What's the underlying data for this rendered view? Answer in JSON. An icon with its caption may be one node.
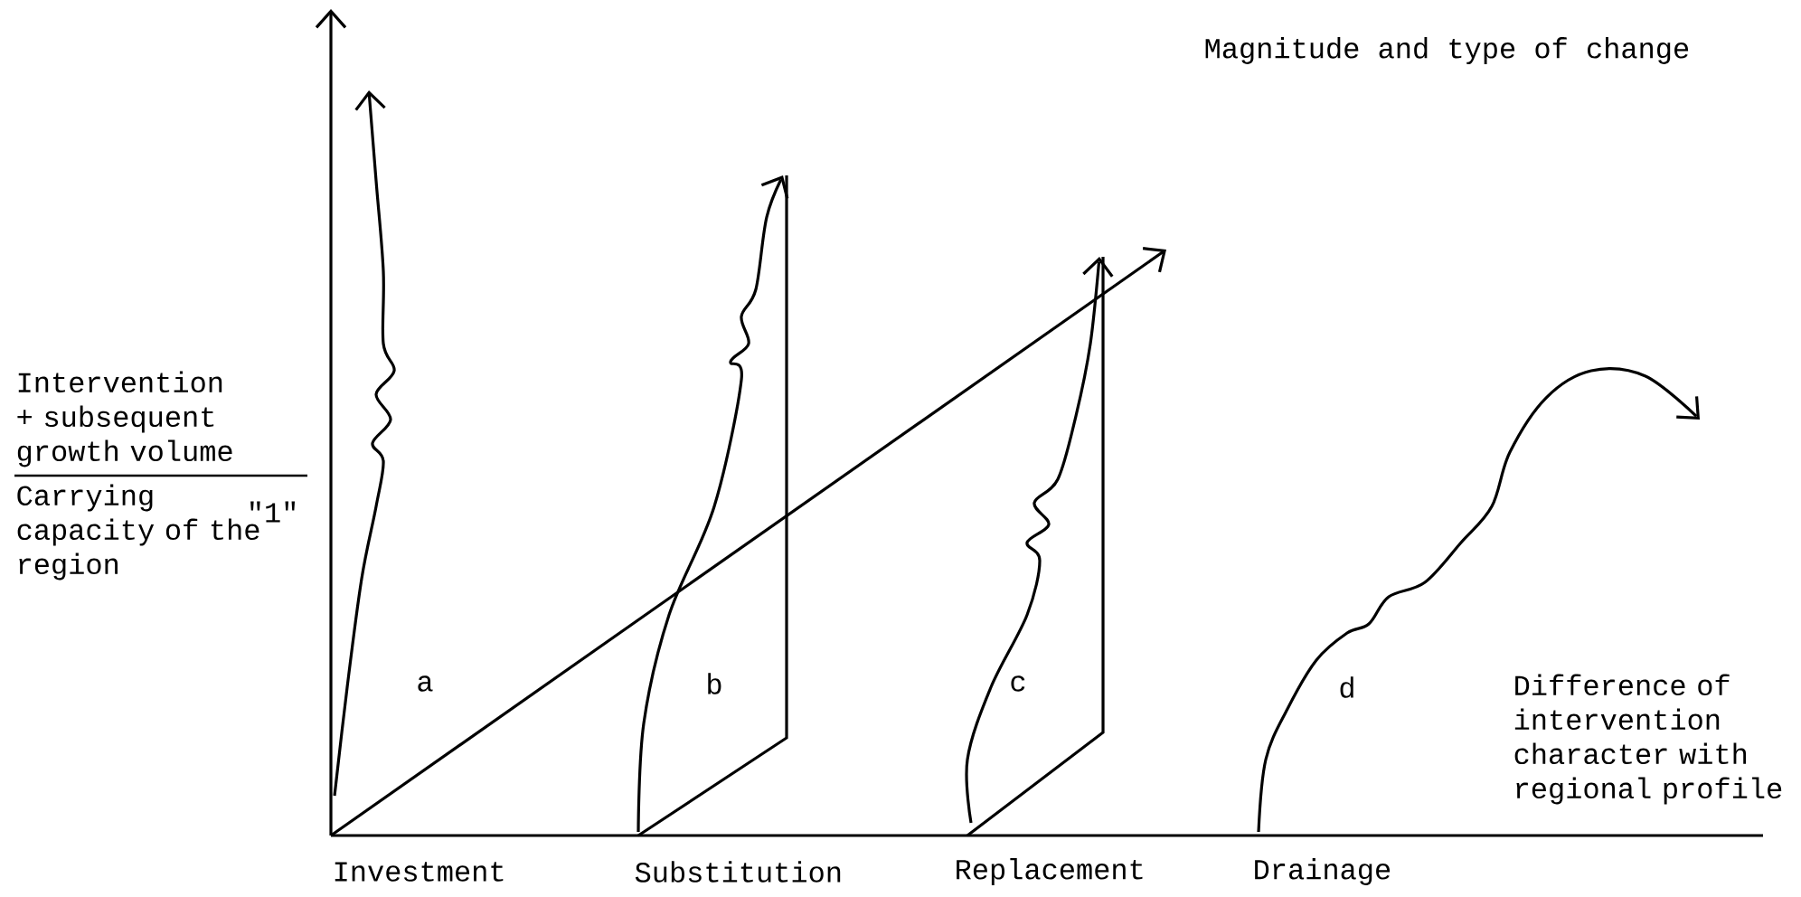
{
  "diagram": {
    "labels": [
      "Magnitude and type of change",
      "Intervention + subsequent growth volume",
      "Carrying capacity of the region",
      "\"1\"",
      "a",
      "b",
      "c",
      "d",
      "Difference of intervention character with regional profile",
      "Investment",
      "Substitution",
      "Replacement",
      "Drainage"
    ]
  }
}
